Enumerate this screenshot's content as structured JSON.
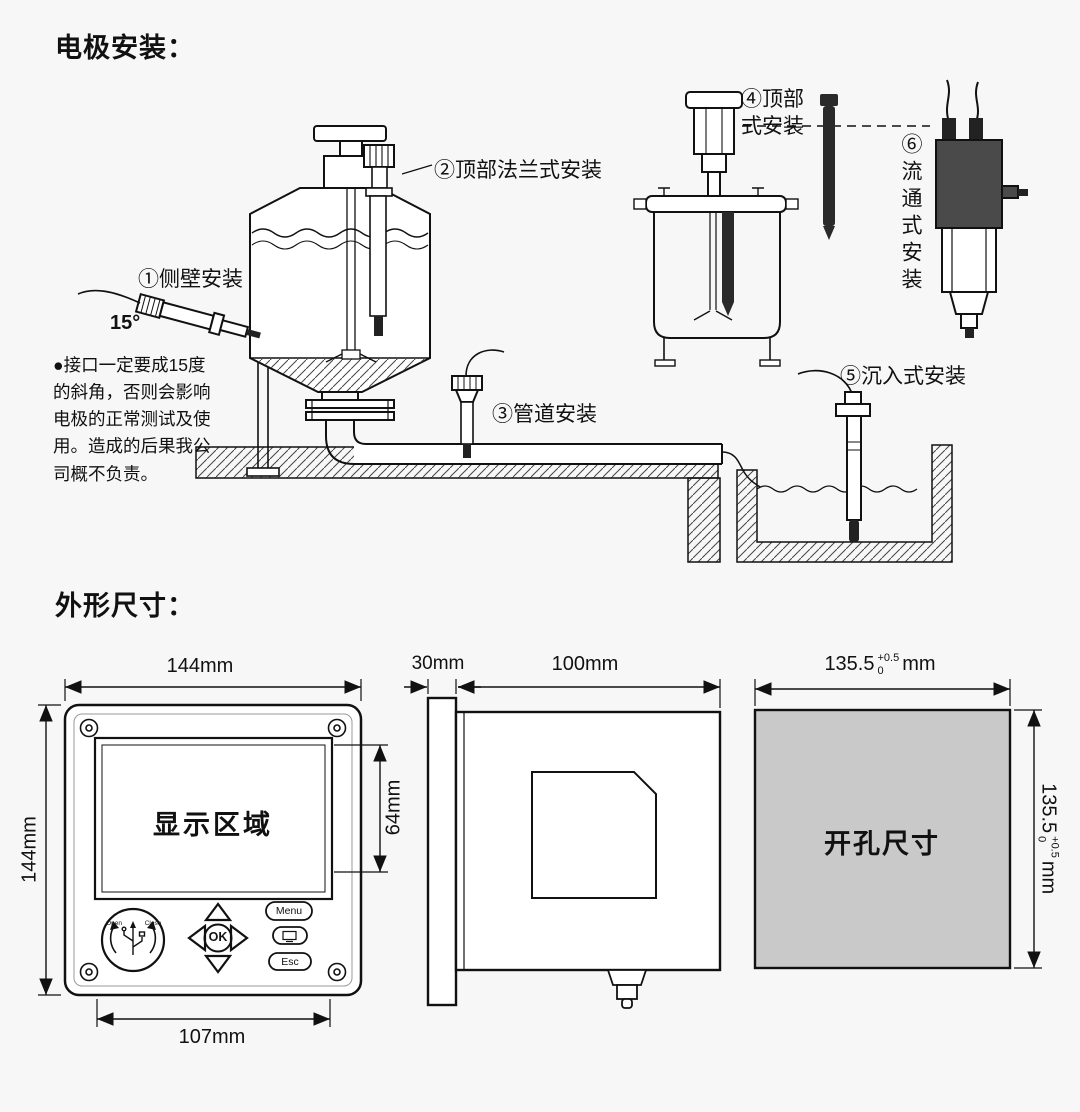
{
  "titles": {
    "electrode": "电极安装：",
    "dimensions": "外形尺寸："
  },
  "electrode_diagram": {
    "side_wall_label": "①侧壁安装",
    "angle_label": "15°",
    "top_flange_label": "②顶部法兰式安装",
    "pipe_label": "③管道安装",
    "top_mount_label": "④顶部式安装",
    "immersion_label": "⑤沉入式安装",
    "flow_through_label": "⑥流通式安装",
    "warning_note": "●接口一定要成15度的斜角，否则会影响电极的正常测试及使用。造成的后果我公司概不负责。"
  },
  "front_view": {
    "display_area_label": "显示区域",
    "width_dim": "144mm",
    "height_dim": "144mm",
    "display_height_dim": "64mm",
    "bottom_width_dim": "107mm",
    "knob_open_label": "Open",
    "knob_close_label": "Close",
    "ok_button": "OK",
    "menu_button": "Menu",
    "esc_button": "Esc"
  },
  "side_view": {
    "panel_depth_dim": "30mm",
    "body_depth_dim": "100mm"
  },
  "cutout_view": {
    "label": "开孔尺寸",
    "width_value": "135.5",
    "height_value": "135.5",
    "tol_plus": "+0.5",
    "tol_zero": "0",
    "unit": "mm"
  }
}
